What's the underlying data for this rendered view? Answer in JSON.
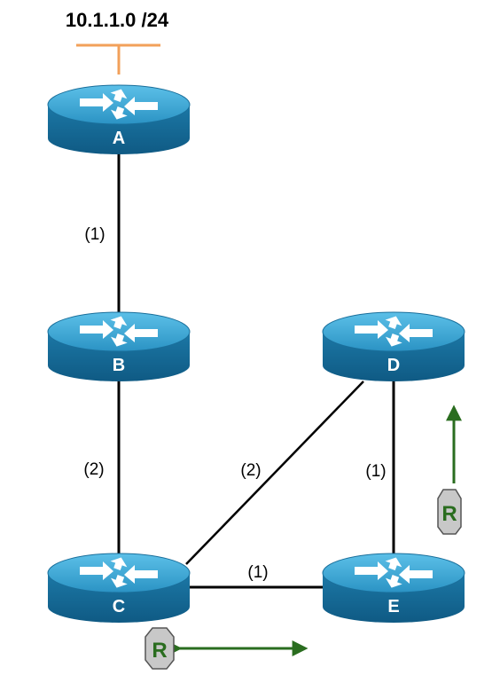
{
  "network": {
    "subnet_label": "10.1.1.0 /24",
    "routers": [
      {
        "id": "A",
        "label": "A"
      },
      {
        "id": "B",
        "label": "B"
      },
      {
        "id": "C",
        "label": "C"
      },
      {
        "id": "D",
        "label": "D"
      },
      {
        "id": "E",
        "label": "E"
      }
    ],
    "links": [
      {
        "from": "A",
        "to": "B",
        "cost": "(1)"
      },
      {
        "from": "B",
        "to": "C",
        "cost": "(2)"
      },
      {
        "from": "C",
        "to": "D",
        "cost": "(2)"
      },
      {
        "from": "D",
        "to": "E",
        "cost": "(1)"
      },
      {
        "from": "C",
        "to": "E",
        "cost": "(1)"
      }
    ],
    "route_markers": [
      {
        "near": "E",
        "letter": "R"
      },
      {
        "near": "C",
        "letter": "R"
      }
    ]
  },
  "colors": {
    "router_top": "#3aa6d4",
    "router_side": "#1f7fae",
    "subnet_line": "#f2a05a",
    "arrow_green": "#2a6d1f",
    "marker_fill": "#c8c8c8",
    "marker_text": "#2a6d1f"
  }
}
